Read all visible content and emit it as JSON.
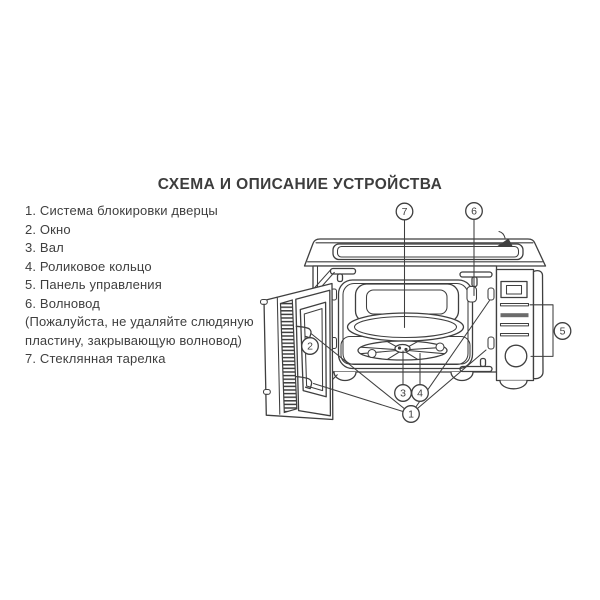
{
  "title": "СХЕМА И ОПИСАНИЕ УСТРОЙСТВА",
  "parts_list": [
    "1. Система блокировки дверцы",
    "2. Окно",
    "3. Вал",
    "4. Роликовое кольцо",
    "5. Панель управления",
    "6. Волновод",
    "(Пожалуйста, не удаляйте слюдяную",
    "пластину, закрывающую волновод)",
    "7. Стеклянная тарелка"
  ],
  "diagram": {
    "callouts": [
      {
        "label": "7"
      },
      {
        "label": "6"
      },
      {
        "label": "2"
      },
      {
        "label": "5"
      },
      {
        "label": "3"
      },
      {
        "label": "4"
      },
      {
        "label": "1"
      }
    ]
  },
  "colors": {
    "background": "#ffffff",
    "line": "#3f3f3f",
    "text": "#3f3f3f"
  }
}
